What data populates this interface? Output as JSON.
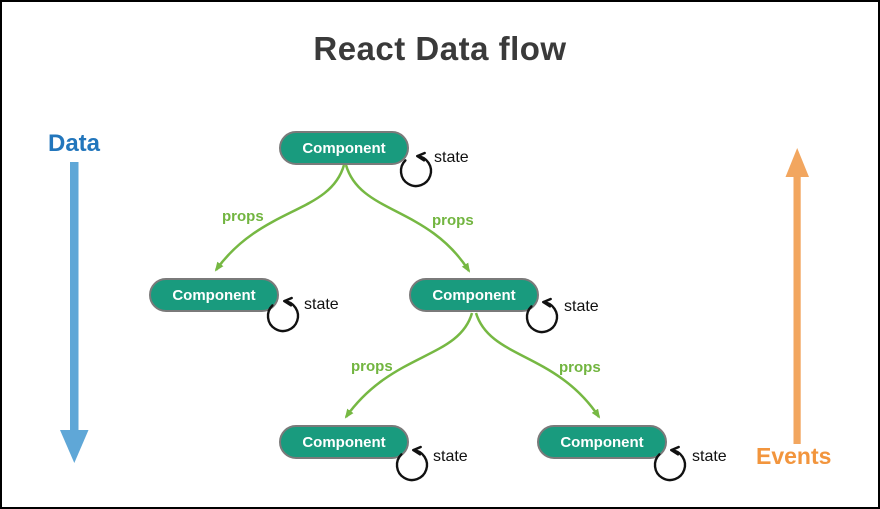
{
  "diagram": {
    "title": "React Data flow",
    "data_flow": {
      "label": "Data",
      "direction": "down",
      "label_color": "#2276bc",
      "arrow_color": "#5fa7d7"
    },
    "events_flow": {
      "label": "Events",
      "direction": "up",
      "label_color": "#f2953d",
      "arrow_color": "#f2a65f"
    },
    "nodes": [
      {
        "id": "root",
        "label": "Component",
        "state_label": "state"
      },
      {
        "id": "child-left",
        "label": "Component",
        "state_label": "state"
      },
      {
        "id": "child-right",
        "label": "Component",
        "state_label": "state"
      },
      {
        "id": "grandchild-left",
        "label": "Component",
        "state_label": "state"
      },
      {
        "id": "grandchild-right",
        "label": "Component",
        "state_label": "state"
      }
    ],
    "edges": [
      {
        "from": "root",
        "to": "child-left",
        "label": "props"
      },
      {
        "from": "root",
        "to": "child-right",
        "label": "props"
      },
      {
        "from": "child-right",
        "to": "grandchild-left",
        "label": "props"
      },
      {
        "from": "child-right",
        "to": "grandchild-right",
        "label": "props"
      }
    ],
    "colors": {
      "node_fill": "#199b7e",
      "node_border": "#7a7a7a",
      "node_text": "#ffffff",
      "props_edge": "#76b843",
      "state_loop": "#111111",
      "title": "#3a3a3a",
      "background": "#ffffff",
      "canvas_border": "#000000"
    }
  }
}
